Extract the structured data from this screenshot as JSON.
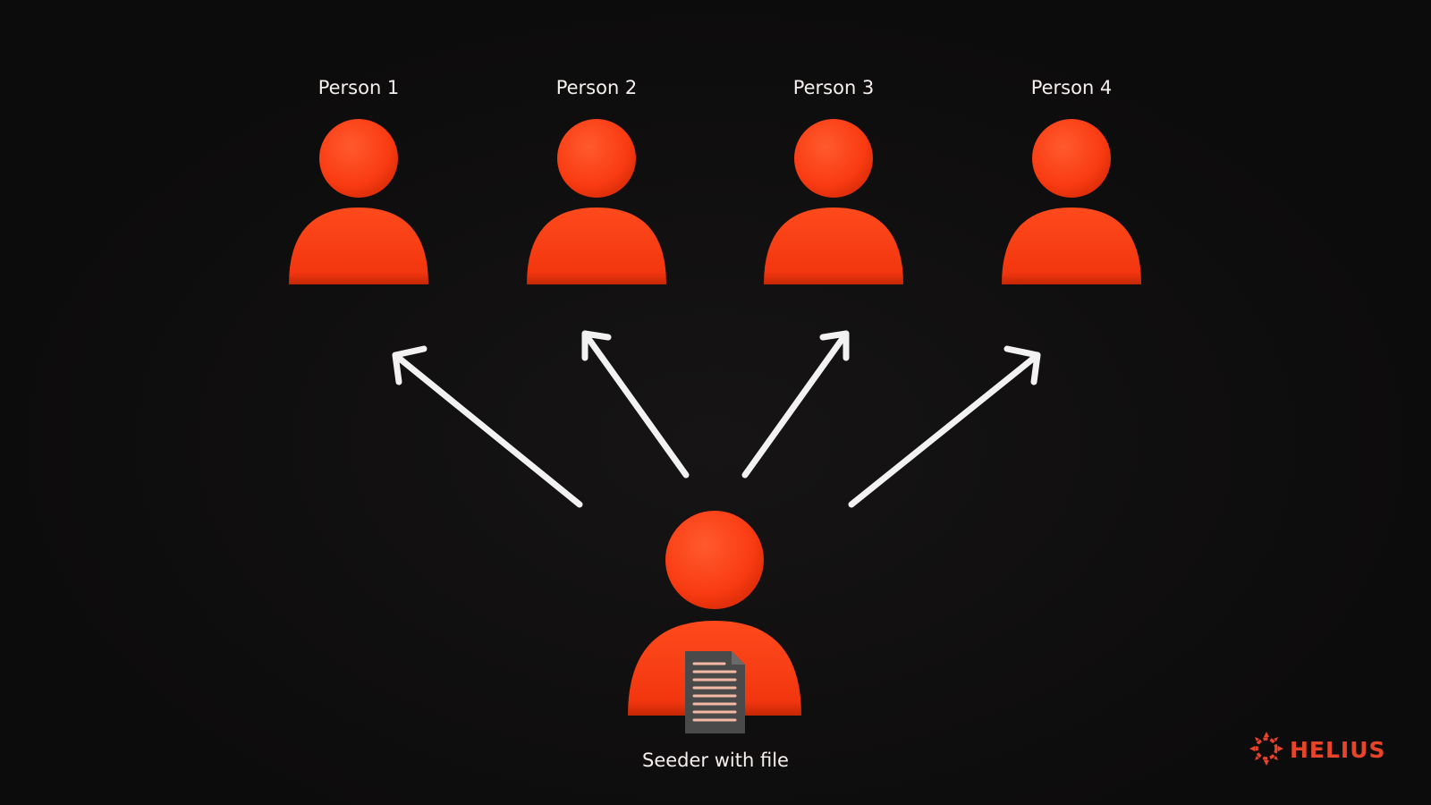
{
  "diagram": {
    "receivers": [
      {
        "label": "Person 1"
      },
      {
        "label": "Person 2"
      },
      {
        "label": "Person 3"
      },
      {
        "label": "Person 4"
      }
    ],
    "seeder": {
      "label": "Seeder with file"
    },
    "brand": {
      "name": "HELIUS"
    }
  },
  "colors": {
    "background": "#0f0e0e",
    "person": "#fa3b12",
    "arrow": "#f2f2f2",
    "document": "#4a4a4a",
    "document_lines": "#f4b9a4",
    "brand": "#e8442a",
    "label": "#f5f0ee"
  },
  "icons": {
    "person": "person-icon",
    "file": "file-icon",
    "logo": "helius-logo-icon"
  }
}
